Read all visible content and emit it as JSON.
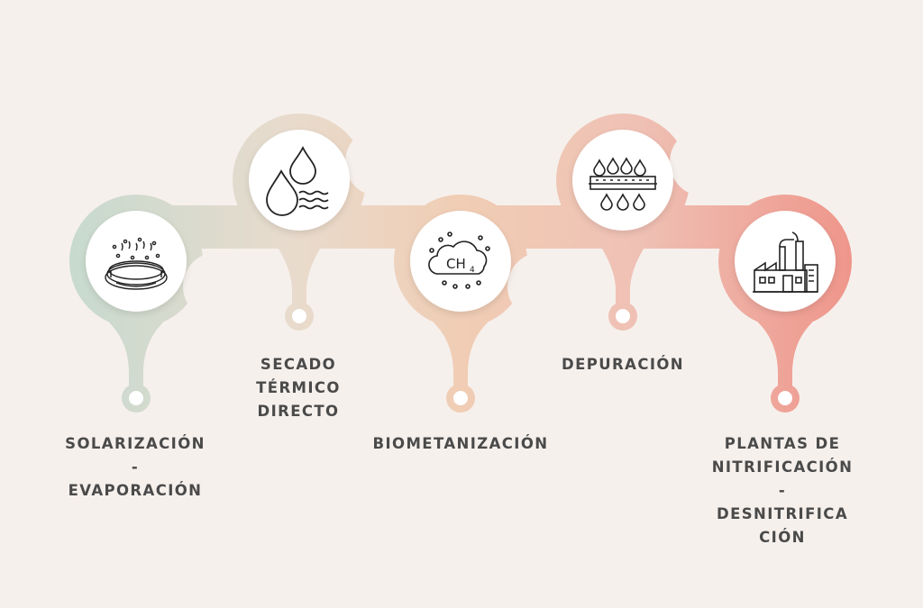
{
  "steps": [
    {
      "id": "solarizacion",
      "icon": "evaporation-pond-icon",
      "lines": [
        "SOLARIZACIÓN",
        "-",
        "EVAPORACIÓN"
      ],
      "color": "#c9dbd0"
    },
    {
      "id": "secado",
      "icon": "water-drops-icon",
      "lines": [
        "SECADO",
        "TÉRMICO",
        "DIRECTO"
      ],
      "color": "#e7dbcf"
    },
    {
      "id": "biometanizacion",
      "icon": "methane-cloud-icon",
      "lines": [
        "BIOMETANIZACIÓN"
      ],
      "color": "#efcbb2"
    },
    {
      "id": "depuracion",
      "icon": "filter-drops-icon",
      "lines": [
        "DEPURACIÓN"
      ],
      "color": "#eec1b6"
    },
    {
      "id": "plantas",
      "icon": "factory-icon",
      "lines": [
        "PLANTAS DE",
        "NITRIFICACIÓN",
        "-",
        "DESNITRIFICA",
        "CIÓN"
      ],
      "color": "#ee9a8c"
    }
  ],
  "icon_text": {
    "methane": "CH",
    "methane_sub": "4"
  }
}
